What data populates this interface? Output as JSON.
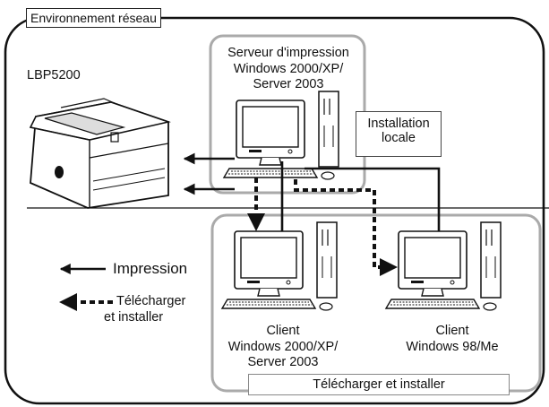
{
  "frame": {
    "title": "Environnement réseau"
  },
  "printer": {
    "model": "LBP5200"
  },
  "server": {
    "title_line1": "Serveur d'impression",
    "title_line2": "Windows 2000/XP/",
    "title_line3": "Server 2003",
    "install_line1": "Installation",
    "install_line2": "locale"
  },
  "client_left": {
    "line1": "Client",
    "line2": "Windows 2000/XP/",
    "line3": "Server 2003"
  },
  "client_right": {
    "line1": "Client",
    "line2": "Windows 98/Me"
  },
  "legend": {
    "print_label": "Impression",
    "download_line1": "Télécharger",
    "download_line2": "et installer"
  },
  "bottom": {
    "label": "Télécharger et installer"
  },
  "colors": {
    "stroke": "#111111",
    "group_border": "#aaaaaa",
    "screen": "#ffffff"
  }
}
